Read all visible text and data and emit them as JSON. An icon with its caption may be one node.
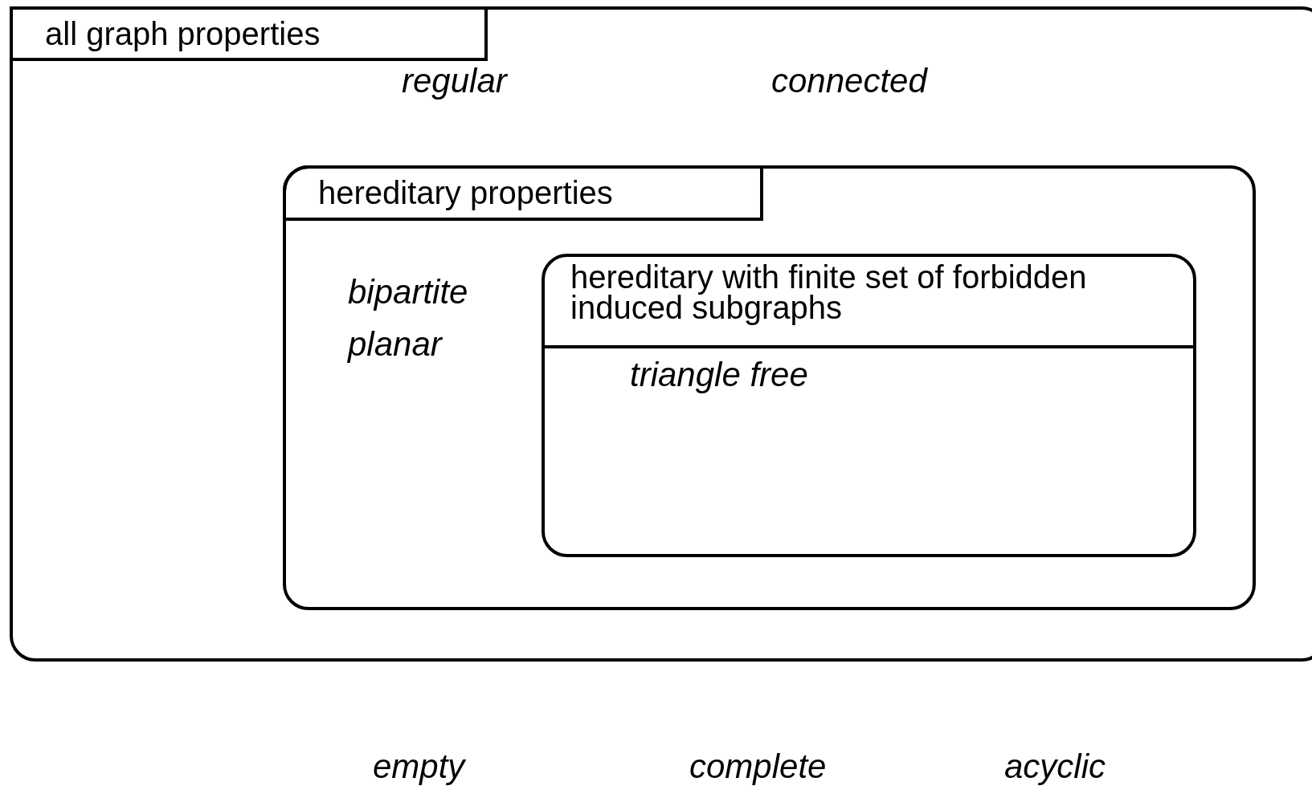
{
  "diagram": {
    "nodes": [
      {
        "text": [
          "all graph properties"
        ]
      },
      {
        "text": [
          "hereditary properties"
        ],
        "in": 0
      },
      {
        "text": [
          "hereditary with finite set of forbidden induced subgraphs"
        ],
        "in": 1
      }
    ],
    "labels": [
      "regular",
      "connected",
      "bipartite",
      "planar",
      "triangle free",
      "empty",
      "complete",
      "acyclic"
    ]
  }
}
